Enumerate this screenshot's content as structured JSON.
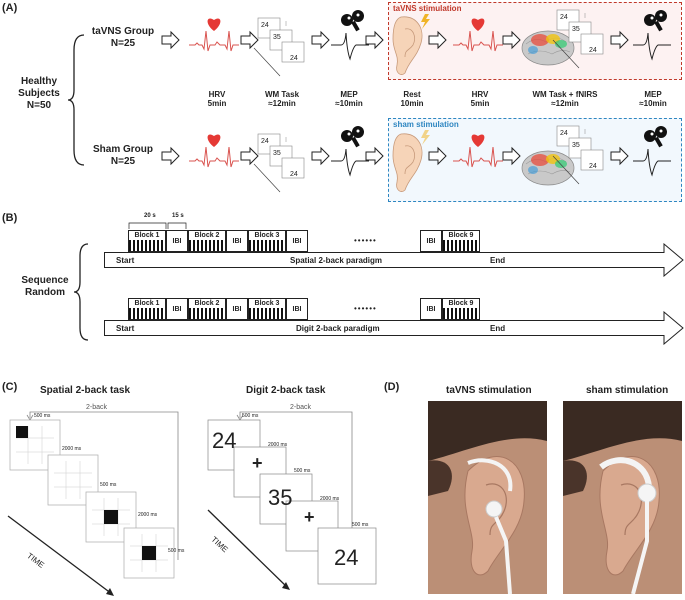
{
  "panels": {
    "a": "(A)",
    "b": "(B)",
    "c": "(C)",
    "d": "(D)"
  },
  "panel_a": {
    "subjects": [
      "Healthy",
      "Subjects",
      "N=50"
    ],
    "tavns_group": [
      "taVNS Group",
      "N=25"
    ],
    "sham_group": [
      "Sham Group",
      "N=25"
    ],
    "tavns_box_title": "taVNS stimulation",
    "sham_box_title": "sham stimulation",
    "task_digits": [
      "24",
      "35",
      "24"
    ],
    "steps": [
      {
        "name": "HRV",
        "dur": "5min"
      },
      {
        "name": "WM Task",
        "dur": "≈12min"
      },
      {
        "name": "MEP",
        "dur": "≈10min"
      },
      {
        "name": "Rest",
        "dur": "10min"
      },
      {
        "name": "HRV",
        "dur": "5min"
      },
      {
        "name": "WM Task + fNIRS",
        "dur": "≈12min"
      },
      {
        "name": "MEP",
        "dur": "≈10min"
      }
    ],
    "colors": {
      "tavns": "#c0392b",
      "sham": "#2e86c1",
      "ecg": "#d9534f",
      "heart": "#e53935"
    }
  },
  "panel_b": {
    "sequence": [
      "Sequence",
      "Random"
    ],
    "dur_block": "20 s",
    "dur_ibi": "15 s",
    "blocks": [
      "Block 1",
      "Block 2",
      "Block 3",
      "Block 9"
    ],
    "ibi": "IBI",
    "ellipsis": "••••••",
    "paradigm_spatial": "Spatial 2-back paradigm",
    "paradigm_digit": "Digit 2-back paradigm",
    "start": "Start",
    "end": "End"
  },
  "panel_c": {
    "spatial_title": "Spatial 2-back task",
    "digit_title": "Digit 2-back task",
    "twoback": "2-back",
    "ms500": "500 ms",
    "ms2000": "2000 ms",
    "time": "TIME",
    "digits": [
      "24",
      "+",
      "35",
      "+",
      "24"
    ]
  },
  "panel_d": {
    "tavns_title": "taVNS stimulation",
    "sham_title": "sham stimulation"
  }
}
